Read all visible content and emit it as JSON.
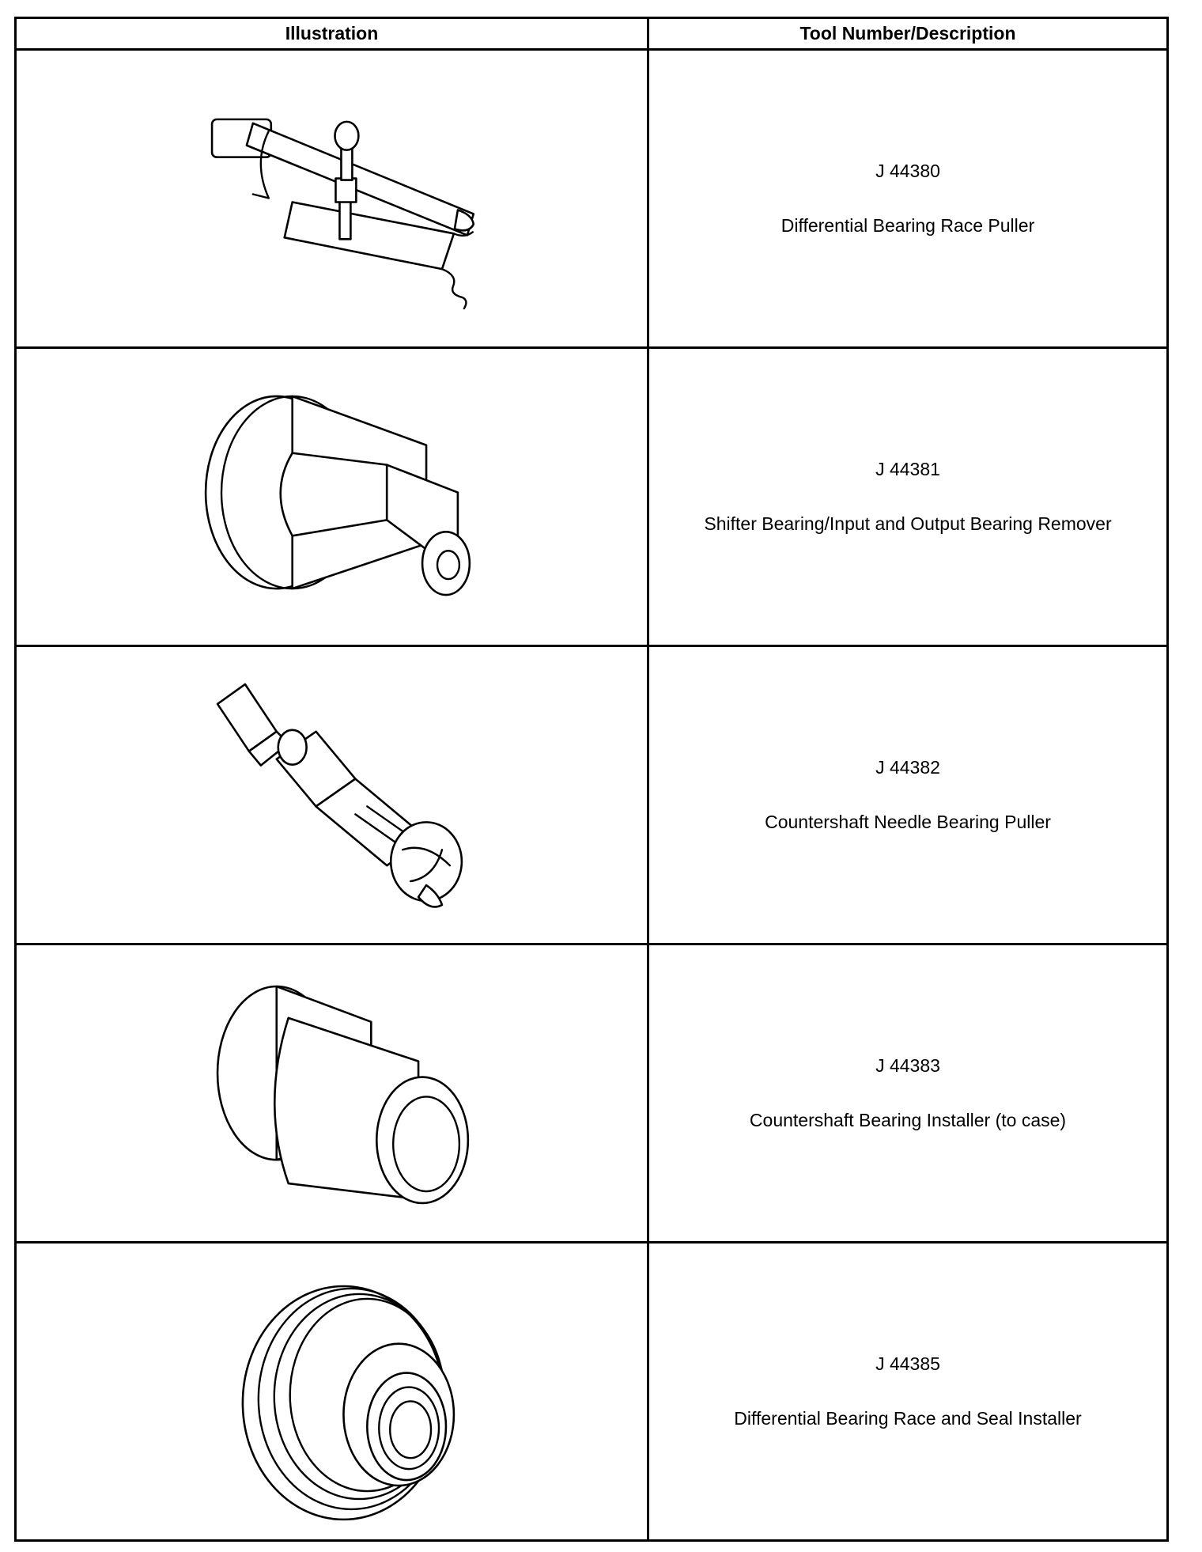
{
  "table": {
    "headers": {
      "illustration": "Illustration",
      "tool": "Tool Number/Description"
    },
    "rows": [
      {
        "number": "J 44380",
        "description": "Differential Bearing Race Puller",
        "icon": "race-puller-icon"
      },
      {
        "number": "J 44381",
        "description": "Shifter Bearing/Input and Output Bearing Remover",
        "icon": "bearing-remover-icon"
      },
      {
        "number": "J 44382",
        "description": "Countershaft Needle Bearing Puller",
        "icon": "needle-bearing-puller-icon"
      },
      {
        "number": "J 44383",
        "description": "Countershaft Bearing Installer (to case)",
        "icon": "bearing-installer-icon"
      },
      {
        "number": "J 44385",
        "description": "Differential Bearing Race and Seal Installer",
        "icon": "race-seal-installer-icon"
      }
    ]
  }
}
